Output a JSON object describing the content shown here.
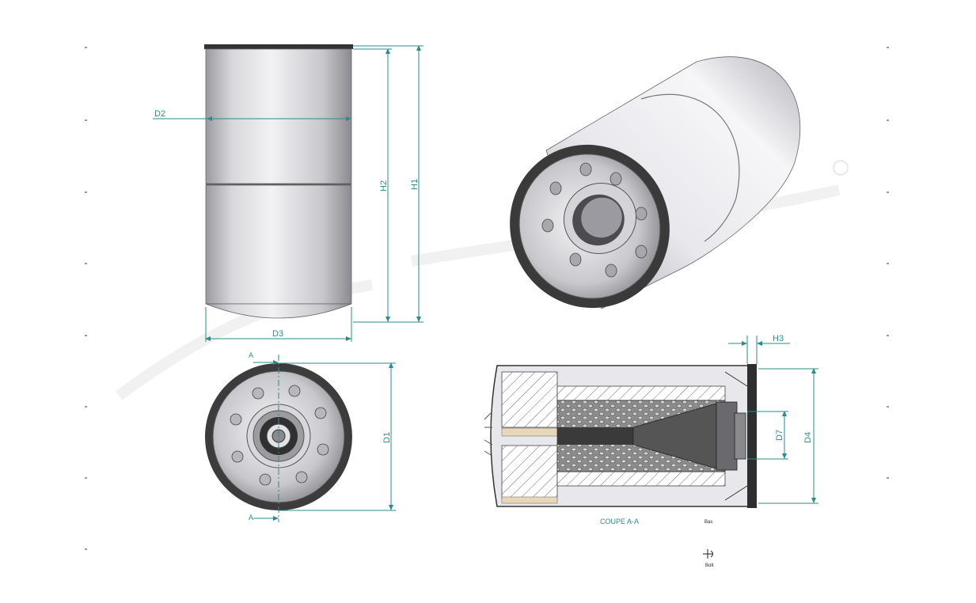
{
  "labels": {
    "d2": "D2",
    "d3": "D3",
    "h1": "H1",
    "h2": "H2",
    "d1": "D1",
    "h3": "H3",
    "d4": "D4",
    "d7": "D7",
    "section_mark_top": "A",
    "section_mark_bottom": "A",
    "section_title": "COUPE A-A",
    "note_small": "Bas",
    "note_logo": "Bolt"
  },
  "colors": {
    "dimension": "#2e8b8b",
    "body_dark": "#4a4a4a",
    "body_light": "#e6e6ea"
  },
  "icons": {
    "registered": "registered-mark-icon",
    "fitting": "fitting-symbol-icon"
  }
}
